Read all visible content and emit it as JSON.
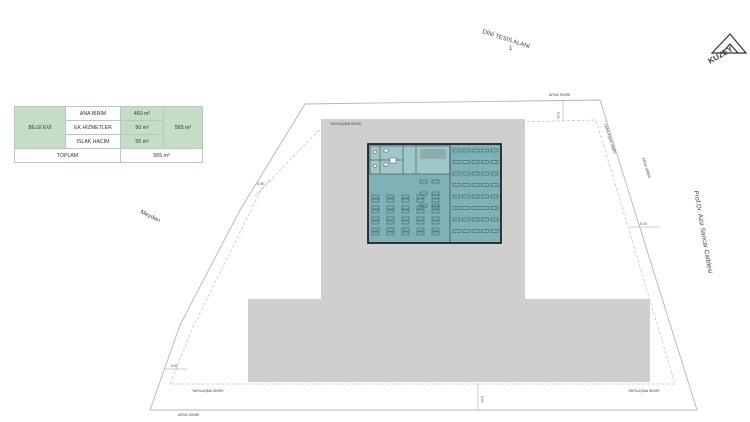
{
  "labels": {
    "title_north": "DİNİ TESİS ALANI",
    "title_north_no": "1",
    "meydan": "Meydan",
    "street": "Prof.Dr. Aziz Sancar Caddesi",
    "arsa_top": "ARSA SINIRI",
    "arsa_bottom": "ARSA SINIRI",
    "arsa_right": "ARSA SINIRI",
    "yap_top": "YAPILAŞMA SINIRI",
    "yap_right": "YAPILAŞMA SINIRI",
    "yap_bl": "YAPILAŞMA SINIRI",
    "yap_br": "YAPILAŞMA SINIRI",
    "dim": "5.00"
  },
  "logo": {
    "text": "KUZEY"
  },
  "area_table": {
    "building": "BİLGİ EVİ",
    "rows": [
      {
        "name": "ANA BİRİM",
        "value": "460 m²"
      },
      {
        "name": "EK HİZMETLER",
        "value": "50 m²"
      },
      {
        "name": "ISLAK HACİM",
        "value": "55 m²"
      }
    ],
    "subtotal": "565 m²",
    "total_label": "TOPLAM",
    "total_value": "565 m²"
  },
  "colors": {
    "building_fill": "#7fb2b6",
    "zone_fill": "#cfcfcf",
    "table_fill": "#c5dcc7"
  }
}
